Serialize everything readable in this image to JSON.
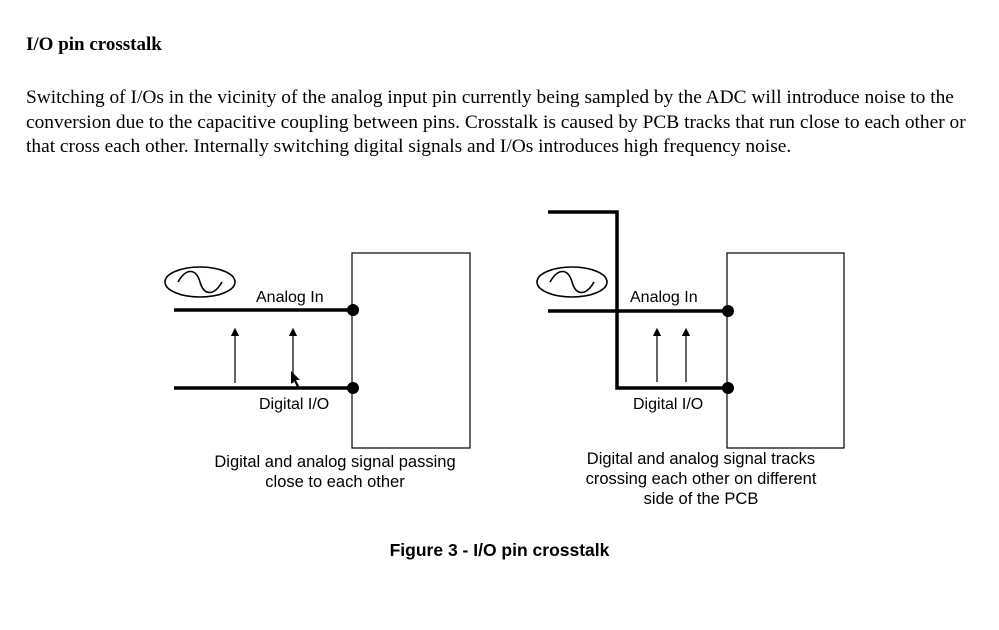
{
  "section": {
    "title": "I/O pin crosstalk",
    "paragraph": "Switching of I/Os in the vicinity of the analog input pin currently being sampled by the ADC will introduce noise to the conversion due to the capacitive coupling between pins. Crosstalk is caused by PCB tracks that run close to each other or that cross each other. Internally switching digital signals and I/Os introduces high frequency noise."
  },
  "figure": {
    "caption": "Figure 3 - I/O pin crosstalk",
    "left_panel": {
      "analog_label": "Analog In",
      "digital_label": "Digital I/O",
      "caption_lines": [
        "Digital and analog signal passing",
        "close to each other"
      ]
    },
    "right_panel": {
      "analog_label": "Analog In",
      "digital_label": "Digital I/O",
      "caption_lines": [
        "Digital and analog signal tracks",
        "crossing each other on different",
        "side of the PCB"
      ]
    }
  }
}
